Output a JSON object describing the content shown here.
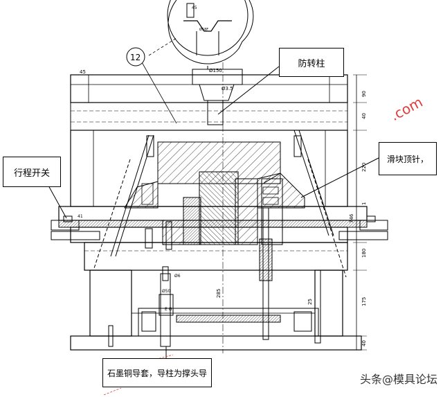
{
  "callouts": {
    "anti_rotation_pillar": "防转柱",
    "slider_ejector_pin": "滑块顶针，",
    "stroke_switch": "行程开关",
    "graphite_bushing": "石墨铜导套，导柱为撑头导"
  },
  "detail_marker": "12",
  "dimensions": {
    "top_left": "45",
    "circle_dia_top": "Ø150",
    "circle_dia_small": "Ø3.5",
    "right_side": [
      "90",
      "40",
      "220",
      "1",
      "746",
      "180",
      "175",
      "40"
    ],
    "center_height": "285",
    "bushing_dia": "Ø50",
    "bushing_offset": "Ø6",
    "left_small": "41",
    "lower_right": "25",
    "detail_top": "45",
    "detail_label": "Ø58F",
    "eg_label": "E G"
  },
  "watermark": {
    "text": "头条@模具论坛",
    "site": ".com"
  },
  "colors": {
    "line": "#000000",
    "hatch": "#444444",
    "accent_red": "#e23b3b"
  }
}
